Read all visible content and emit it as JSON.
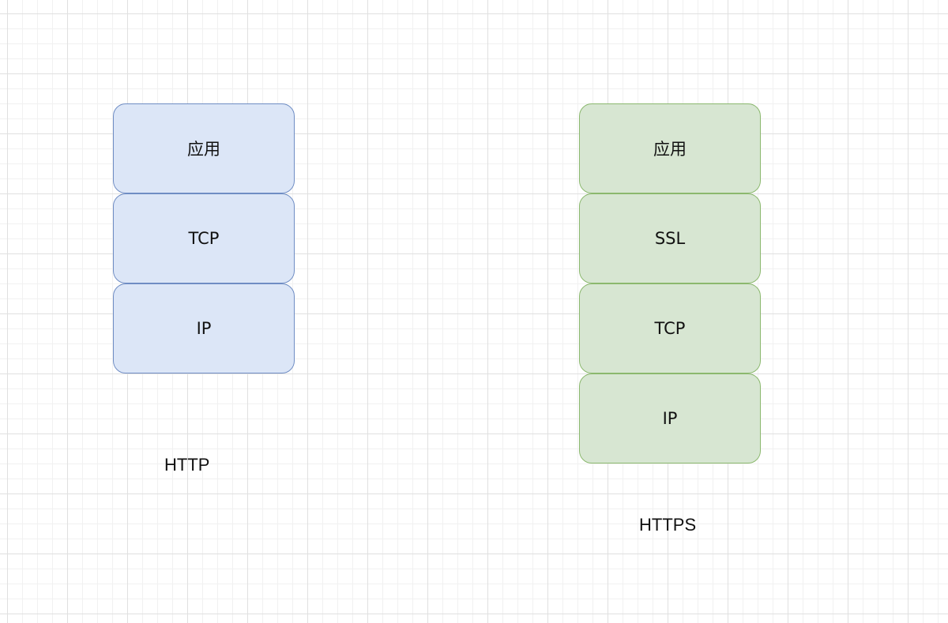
{
  "diagrams": {
    "http": {
      "caption": "HTTP",
      "layers": [
        "应用",
        "TCP",
        "IP"
      ]
    },
    "https": {
      "caption": "HTTPS",
      "layers": [
        "应用",
        "SSL",
        "TCP",
        "IP"
      ]
    }
  },
  "colors": {
    "http_fill": "#dce6f7",
    "http_border": "#6f8dc4",
    "https_fill": "#d7e6d2",
    "https_border": "#8bb86e",
    "grid_major": "#e0e0e0",
    "grid_minor": "#f1f1f1"
  }
}
